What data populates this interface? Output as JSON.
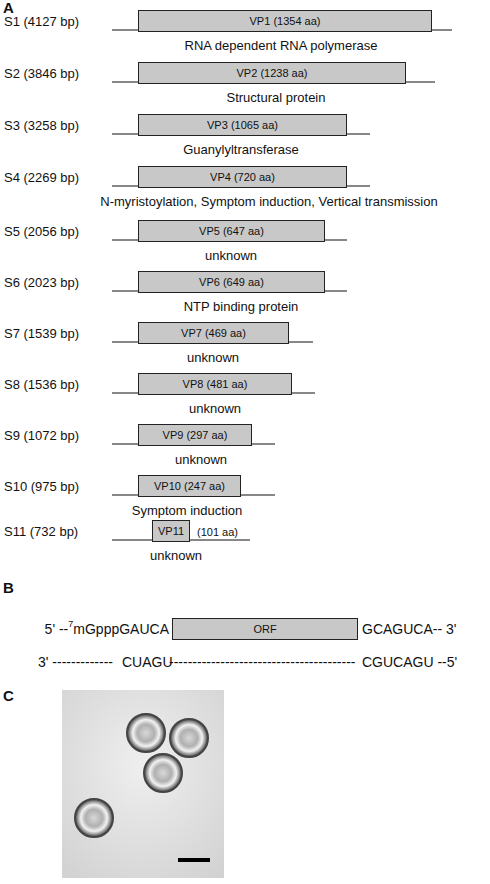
{
  "diagram": {
    "nodes": [
      {
        "text": [
          "VP1 (1354 aa)",
          "RNA dependent RNA polymerase"
        ]
      },
      {
        "text": [
          "VP2 (1238 aa)",
          "Structural protein"
        ]
      },
      {
        "text": [
          "VP3 (1065 aa)",
          "Guanylyltransferase"
        ]
      },
      {
        "text": [
          "VP4 (720 aa)",
          "N-myristoylation, Symptom induction, Vertical transmission"
        ]
      },
      {
        "text": [
          "VP5 (647 aa)",
          "unknown"
        ]
      },
      {
        "text": [
          "VP6 (649 aa)",
          "NTP binding protein"
        ]
      },
      {
        "text": [
          "VP7 (469 aa)",
          "unknown"
        ]
      },
      {
        "text": [
          "VP8 (481 aa)",
          "unknown"
        ]
      },
      {
        "text": [
          "VP9 (297 aa)",
          "unknown"
        ]
      },
      {
        "text": [
          "VP10 (247 aa)",
          "Symptom induction"
        ]
      },
      {
        "text": [
          "VP11",
          "(101 aa)",
          "unknown"
        ]
      },
      {
        "text": [
          "ORF"
        ]
      }
    ],
    "labels": [
      "A",
      "S1 (4127 bp)",
      "S2 (3846 bp)",
      "S3 (3258 bp)",
      "S4 (2269 bp)",
      "S5 (2056 bp)",
      "S6 (2023 bp)",
      "S7 (1539 bp)",
      "S8 (1536 bp)",
      "S9 (1072 bp)",
      "S10 (975 bp)",
      "S11 (732 bp)",
      "B",
      "5' --",
      "7",
      "mGpppGAUCA",
      "GCAGUCA-- 3'",
      "3' -------------",
      "CUAGU",
      "----------------------------------------",
      "CGUCAGU --5'",
      "C"
    ]
  }
}
